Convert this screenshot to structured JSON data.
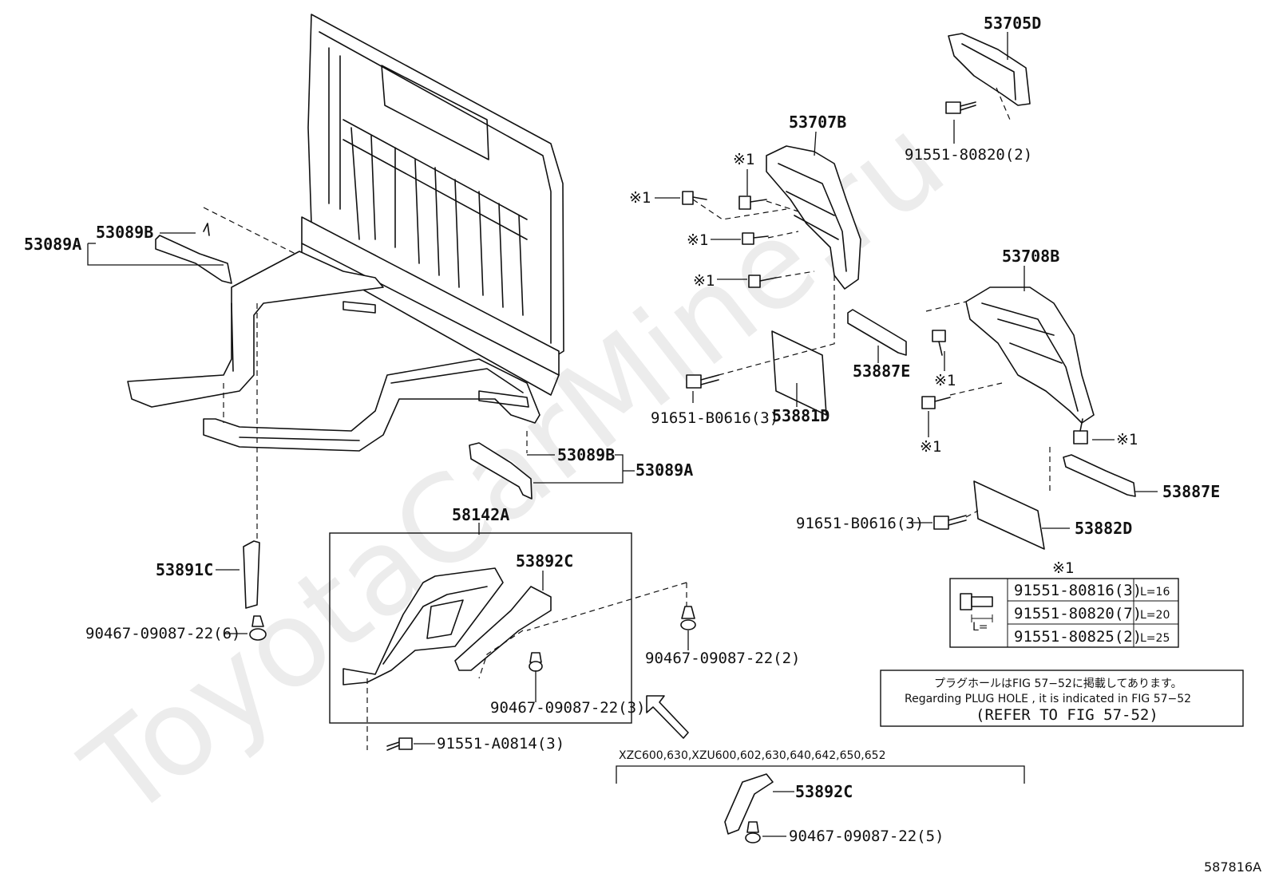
{
  "watermark": "ToyotaCarMine.ru",
  "figure_id": "587816A",
  "labels": {
    "p53705D": "53705D",
    "p91551_80820_2": "91551-80820(2)",
    "p53707B": "53707B",
    "m1a": "※1",
    "m1b": "※1",
    "m1c": "※1",
    "m1d": "※1",
    "p53708B": "53708B",
    "m1e": "※1",
    "m1f": "※1",
    "m1g": "※1",
    "p53887E_a": "53887E",
    "p53881D": "53881D",
    "p91651_B0616_a": "91651-B0616(3)",
    "p53887E_b": "53887E",
    "p91651_B0616_b": "91651-B0616(3)",
    "p53882D": "53882D",
    "p53089A_left": "53089A",
    "p53089B_left": "53089B",
    "p53089B_right": "53089B",
    "p53089A_right": "53089A",
    "p58142A": "58142A",
    "p53892C_box": "53892C",
    "p53891C": "53891C",
    "p90467_6": "90467-09087-22(6)",
    "p90467_2": "90467-09087-22(2)",
    "p90467_3": "90467-09087-22(3)",
    "p91551_A0814_3": "91551-A0814(3)",
    "models": "XZC600,630,XZU600,602,630,640,642,650,652",
    "p53892C_alt": "53892C",
    "p90467_5": "90467-09087-22(5)"
  },
  "bolt_table": {
    "header": "※1",
    "rows": [
      {
        "part": "91551-80816(3)",
        "length": "L=16"
      },
      {
        "part": "91551-80820(7)",
        "length": "L=20"
      },
      {
        "part": "91551-80825(2)",
        "length": "L=25"
      }
    ],
    "dim_label": "L="
  },
  "note_box": {
    "line_jp": "プラグホールはFIG 57−52に掲載してあります。",
    "line_en": "Regarding  PLUG  HOLE , it is indicated in FIG  57−52",
    "line_ref": "(REFER TO FIG 57-52)"
  }
}
